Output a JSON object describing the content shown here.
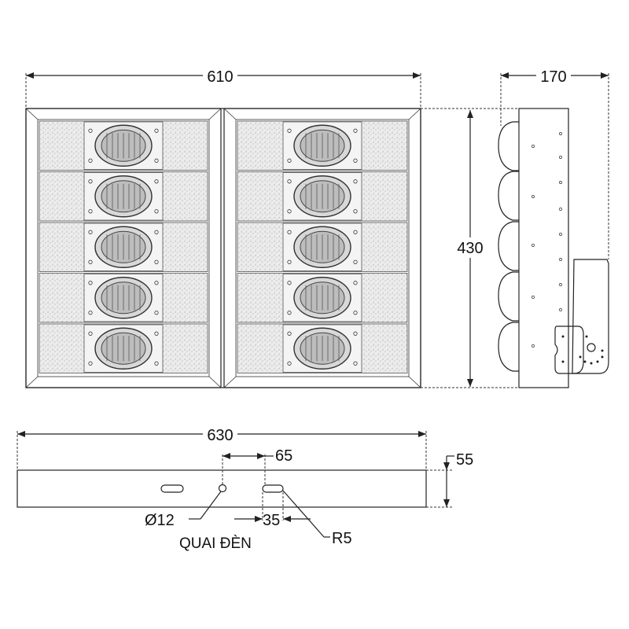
{
  "dimensions": {
    "front_width": "610",
    "side_depth": "170",
    "height": "430",
    "bottom_width": "630",
    "offset": "65",
    "thickness": "55",
    "hole_diameter": "Ø12",
    "slot_length": "35",
    "slot_radius": "R5"
  },
  "labels": {
    "handle": "QUAI ĐÈN"
  }
}
